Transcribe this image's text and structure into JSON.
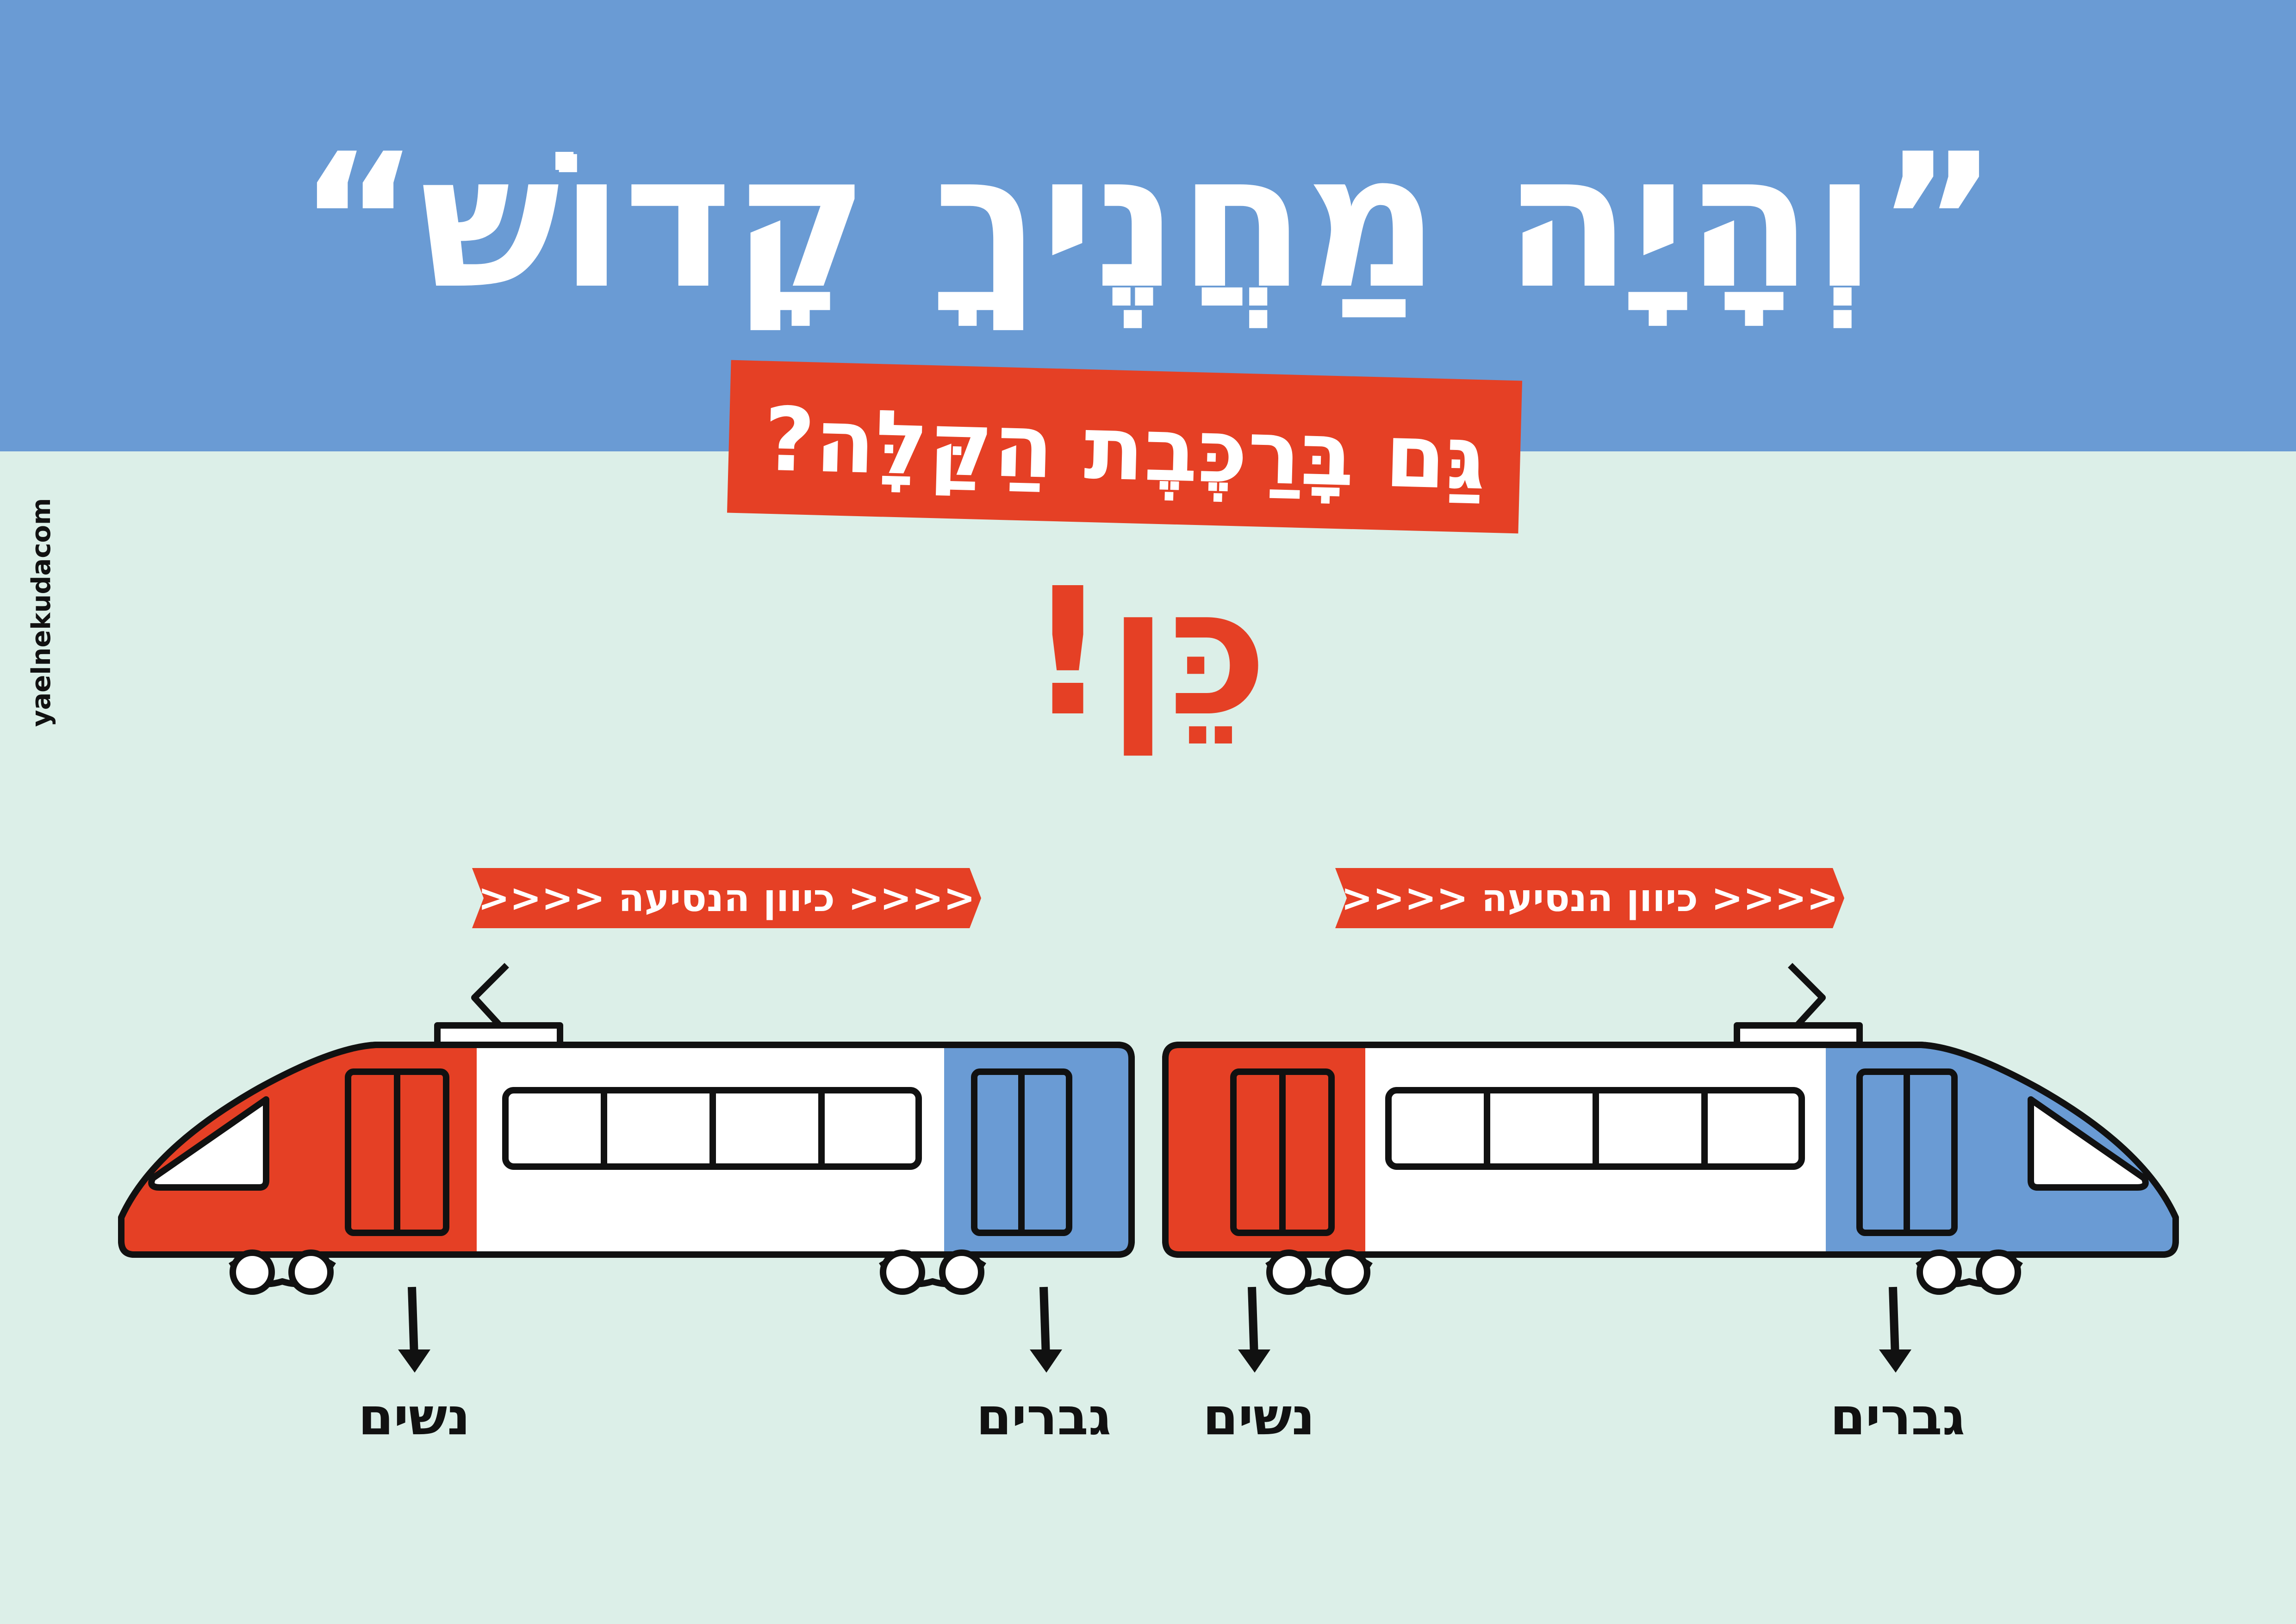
{
  "header": {
    "title": "”וְהָיָה מַחֲנֶיךָ קָדוֹשׁ“",
    "subtitle": "גַּם בָּרַכֶּבֶת הַקַּלָּה?",
    "answer": "כֵּן!"
  },
  "credit": "yaelnekudacom",
  "trains": [
    {
      "direction_label": "<<<< כיוון הנסיעה <<<<",
      "labels": {
        "left_car": "נשים",
        "right_car": "גברים"
      }
    },
    {
      "direction_label": "<<<< כיוון הנסיעה <<<<",
      "labels": {
        "left_car": "נשים",
        "right_car": "גברים"
      }
    }
  ],
  "colors": {
    "background": "#dcefe8",
    "header_band": "#6a9bd4",
    "accent_red": "#e54025",
    "accent_blue": "#6a9bd4",
    "outline": "#111111"
  }
}
